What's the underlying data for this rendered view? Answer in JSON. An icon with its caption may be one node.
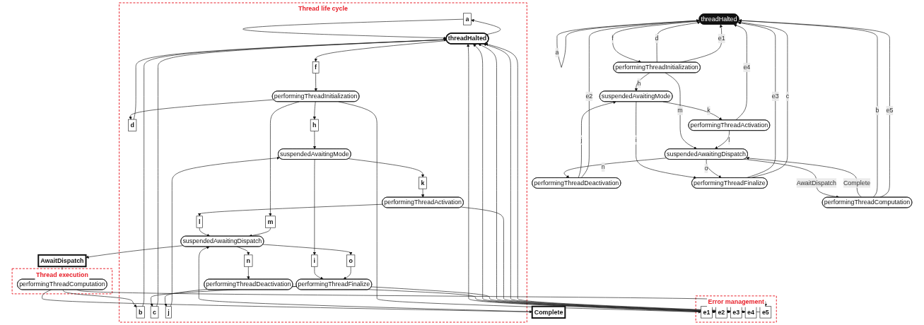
{
  "diagram": {
    "nodes": [
      {
        "text": [
          "Thread life cycle"
        ]
      },
      {
        "text": [
          "Error management"
        ]
      },
      {
        "text": [
          "Thread execution"
        ]
      },
      {
        "text": [
          "a"
        ],
        "in": 0
      },
      {
        "text": [
          "b"
        ],
        "in": 0
      },
      {
        "text": [
          "threadHalted"
        ],
        "in": 0
      },
      {
        "text": [
          "c"
        ],
        "in": 0
      },
      {
        "text": [
          "d"
        ],
        "in": 0
      },
      {
        "text": [
          "f"
        ],
        "in": 0
      },
      {
        "text": [
          "e1"
        ],
        "in": 1
      },
      {
        "text": [
          "e2"
        ],
        "in": 1
      },
      {
        "text": [
          "e3"
        ],
        "in": 1
      },
      {
        "text": [
          "e4"
        ],
        "in": 1
      },
      {
        "text": [
          "e5"
        ],
        "in": 1
      },
      {
        "text": [
          "performingThreadInitialization"
        ],
        "in": 0
      },
      {
        "text": [
          "h"
        ],
        "in": 0
      },
      {
        "text": [
          "performingThreadDeactivation"
        ],
        "in": 0
      },
      {
        "text": [
          "suspendedAvaitingMode"
        ],
        "in": 0
      },
      {
        "text": [
          "i"
        ],
        "in": 0
      },
      {
        "text": [
          "j"
        ],
        "in": 0
      },
      {
        "text": [
          "k"
        ],
        "in": 0
      },
      {
        "text": [
          "performingThreadFinalize"
        ],
        "in": 0
      },
      {
        "text": [
          "performingThreadActivation"
        ],
        "in": 0
      },
      {
        "text": [
          "l"
        ],
        "in": 0
      },
      {
        "text": [
          "m"
        ],
        "in": 0
      },
      {
        "text": [
          "n"
        ],
        "in": 0
      },
      {
        "text": [
          "suspendedAwaitingDispatch"
        ],
        "in": 0
      },
      {
        "text": [
          "o"
        ],
        "in": 0
      },
      {
        "text": [
          "Complete"
        ]
      },
      {
        "text": [
          "AwaitDispatch"
        ]
      },
      {
        "text": [
          "performingThreadComputation"
        ],
        "in": 2
      },
      {
        "text": [
          "threadHalted"
        ]
      },
      {
        "text": [
          "performingThreadInitialization"
        ]
      },
      {
        "text": [
          "suspendedAvaitingMode"
        ]
      },
      {
        "text": [
          "performingThreadDeactivation"
        ]
      },
      {
        "text": [
          "performingThreadActivation"
        ]
      },
      {
        "text": [
          "performingThreadFinalize"
        ]
      },
      {
        "text": [
          "suspendedAwaitingDispatch"
        ]
      },
      {
        "text": [
          "performingThreadComputation"
        ]
      }
    ],
    "edges": [
      {
        "from": 5,
        "to": 3,
        "arrow": "to"
      },
      {
        "from": 3,
        "to": 5,
        "arrow": "to"
      },
      {
        "from": 4,
        "to": 5,
        "arrow": "to"
      },
      {
        "from": 6,
        "to": 5,
        "arrow": "to"
      },
      {
        "from": 7,
        "to": 5,
        "arrow": "to"
      },
      {
        "from": 9,
        "to": 5,
        "arrow": "to"
      },
      {
        "from": 10,
        "to": 5,
        "arrow": "to"
      },
      {
        "from": 11,
        "to": 5,
        "arrow": "to"
      },
      {
        "from": 12,
        "to": 5,
        "arrow": "to"
      },
      {
        "from": 13,
        "to": 5,
        "arrow": "to"
      },
      {
        "from": 5,
        "to": 8,
        "arrow": "to"
      },
      {
        "from": 8,
        "to": 14,
        "arrow": "to"
      },
      {
        "from": 14,
        "to": 7,
        "arrow": "to"
      },
      {
        "from": 14,
        "to": 9,
        "arrow": "to"
      },
      {
        "from": 14,
        "to": 15,
        "arrow": "to"
      },
      {
        "from": 15,
        "to": 17,
        "arrow": "to"
      },
      {
        "from": 14,
        "to": 24,
        "arrow": "to"
      },
      {
        "from": 17,
        "to": 18,
        "arrow": "to"
      },
      {
        "from": 18,
        "to": 21,
        "arrow": "to"
      },
      {
        "from": 17,
        "to": 20,
        "arrow": "to"
      },
      {
        "from": 20,
        "to": 22,
        "arrow": "to"
      },
      {
        "from": 19,
        "to": 17,
        "arrow": "to"
      },
      {
        "from": 16,
        "to": 19,
        "arrow": "to"
      },
      {
        "from": 16,
        "to": 10,
        "arrow": "to"
      },
      {
        "from": 21,
        "to": 6,
        "arrow": "to"
      },
      {
        "from": 21,
        "to": 11,
        "arrow": "to"
      },
      {
        "from": 22,
        "to": 23,
        "arrow": "to"
      },
      {
        "from": 22,
        "to": 12,
        "arrow": "to"
      },
      {
        "from": 23,
        "to": 26,
        "arrow": "to"
      },
      {
        "from": 24,
        "to": 26,
        "arrow": "to"
      },
      {
        "from": 26,
        "to": 25,
        "arrow": "to"
      },
      {
        "from": 25,
        "to": 16,
        "arrow": "to"
      },
      {
        "from": 26,
        "to": 27,
        "arrow": "to"
      },
      {
        "from": 27,
        "to": 21,
        "arrow": "to"
      },
      {
        "from": 26,
        "to": 29,
        "arrow": "to"
      },
      {
        "from": 29,
        "to": 30,
        "arrow": "to"
      },
      {
        "from": 28,
        "to": 26,
        "arrow": "to"
      },
      {
        "from": 30,
        "to": 28,
        "arrow": "to"
      },
      {
        "from": 30,
        "to": 4,
        "arrow": "to"
      },
      {
        "from": 30,
        "to": 13,
        "arrow": "to"
      },
      {
        "from": 31,
        "to": 31,
        "arrow": "to",
        "label": "a"
      },
      {
        "from": 31,
        "to": 32,
        "arrow": "to",
        "label": "f"
      },
      {
        "from": 32,
        "to": 31,
        "arrow": "to",
        "label": "d"
      },
      {
        "from": 32,
        "to": 31,
        "arrow": "to",
        "label": "e1"
      },
      {
        "from": 32,
        "to": 33,
        "arrow": "to",
        "label": "h"
      },
      {
        "from": 32,
        "to": 37,
        "arrow": "to",
        "label": "m"
      },
      {
        "from": 33,
        "to": 36,
        "arrow": "to",
        "label": "i"
      },
      {
        "from": 34,
        "to": 33,
        "arrow": "to",
        "label": "j"
      },
      {
        "from": 34,
        "to": 31,
        "arrow": "to",
        "label": "e2"
      },
      {
        "from": 33,
        "to": 35,
        "arrow": "to",
        "label": "k"
      },
      {
        "from": 35,
        "to": 31,
        "arrow": "to",
        "label": "e4"
      },
      {
        "from": 35,
        "to": 37,
        "arrow": "to",
        "label": "l"
      },
      {
        "from": 36,
        "to": 31,
        "arrow": "to",
        "label": "e3"
      },
      {
        "from": 36,
        "to": 31,
        "arrow": "to",
        "label": "c"
      },
      {
        "from": 37,
        "to": 36,
        "arrow": "to",
        "label": "o"
      },
      {
        "from": 37,
        "to": 34,
        "arrow": "to",
        "label": "n"
      },
      {
        "from": 37,
        "to": 38,
        "arrow": "to",
        "label": "AwaitDispatch"
      },
      {
        "from": 38,
        "to": 37,
        "arrow": "to",
        "label": "Complete"
      },
      {
        "from": 38,
        "to": 31,
        "arrow": "to",
        "label": "b"
      },
      {
        "from": 38,
        "to": 31,
        "arrow": "to",
        "label": "e5"
      }
    ]
  }
}
